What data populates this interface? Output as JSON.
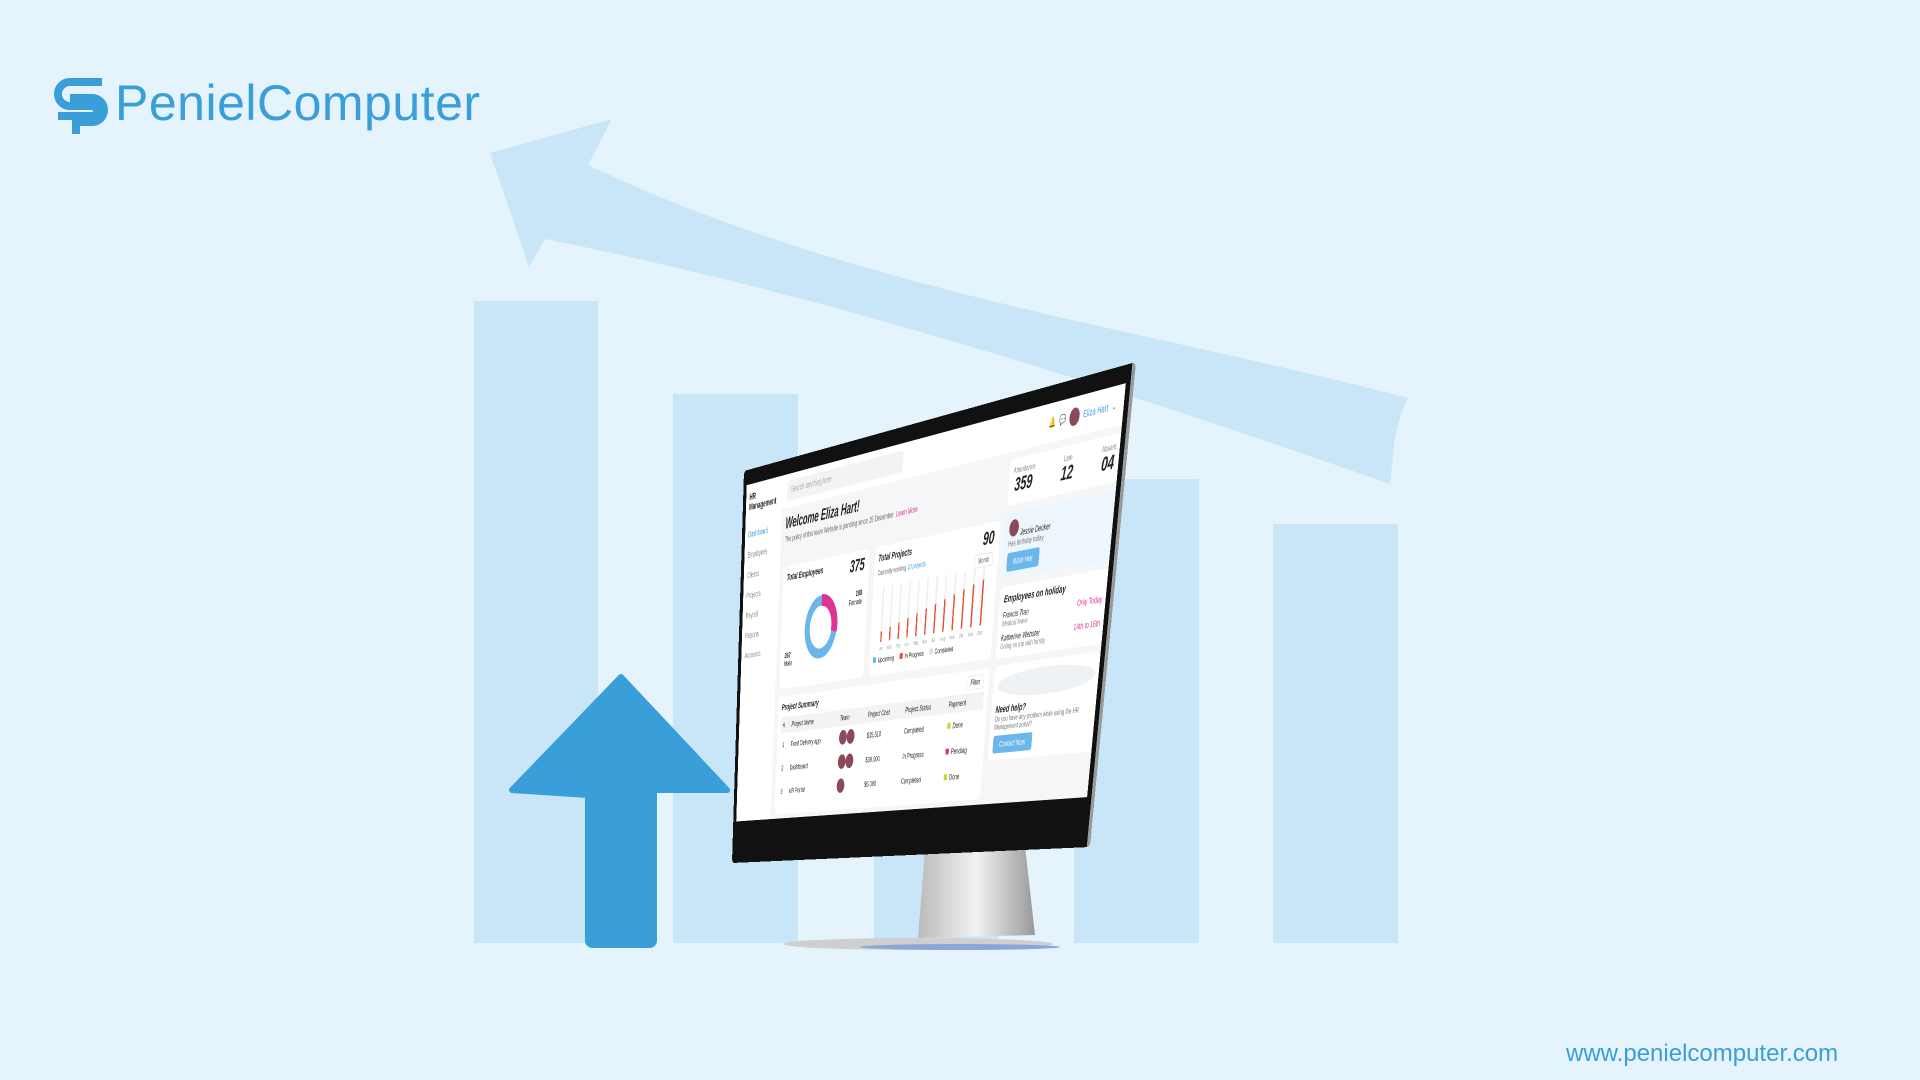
{
  "brand": {
    "name": "PenielComputer",
    "url": "www.penielcomputer.com",
    "color": "#3a9fd8",
    "logo_icon": "sp-monogram-icon"
  },
  "decor": {
    "background_bars_color": "#c9e6f8",
    "up_arrow_color": "#3a9fd8"
  },
  "dashboard": {
    "app_name": "HR Management",
    "search_placeholder": "Search anything here",
    "user_name": "Eliza Hart",
    "nav": [
      "Dashboard",
      "Employees",
      "Clients",
      "Projects",
      "Payroll",
      "Reports",
      "Accounts"
    ],
    "welcome": "Welcome Eliza Hart!",
    "welcome_sub": "The policy of this team Website is pending since 15 December.",
    "learn_more": "Learn More",
    "total_employees": {
      "title": "Total Employees",
      "value": "375",
      "female": "108",
      "female_label": "Female",
      "male": "267",
      "male_label": "Male"
    },
    "total_projects": {
      "title": "Total Projects",
      "value": "90",
      "subtitle": "Currently working",
      "subtitle_link": "10 projects",
      "filter": "Month",
      "legend": [
        "Upcoming",
        "In Progress",
        "Completed"
      ],
      "months": [
        "Jan",
        "Feb",
        "Mar",
        "Apr",
        "May",
        "Jun",
        "Jul",
        "Aug",
        "Sep",
        "Oct",
        "Nov",
        "Dec"
      ]
    },
    "stats": [
      {
        "label": "Attendance",
        "value": "359"
      },
      {
        "label": "Late",
        "value": "12"
      },
      {
        "label": "Absent",
        "value": "04"
      }
    ],
    "birthday": {
      "name": "Jessie Decker",
      "text": "Has birthday today",
      "button": "Wish Her"
    },
    "holiday": {
      "title": "Employees on holiday",
      "items": [
        {
          "name": "Francis Tran",
          "role": "Medical leave",
          "date": "Only Today"
        },
        {
          "name": "Katherine Webster",
          "role": "Going on trip with family",
          "date": "14th to 16th"
        }
      ]
    },
    "project_summary": {
      "title": "Project Summary",
      "filter": "Filter",
      "columns": [
        "#",
        "Project Name",
        "Team",
        "Project Cost",
        "Project Status",
        "Payment"
      ],
      "rows": [
        [
          "1",
          "Food Delivery app",
          "",
          "$15,510",
          "Completed",
          "Done"
        ],
        [
          "2",
          "Dashboard",
          "",
          "$30,000",
          "In Progress",
          "Pending"
        ],
        [
          "3",
          "HR Portal",
          "",
          "$5,000",
          "Completed",
          "Done"
        ]
      ]
    },
    "help": {
      "title": "Need help?",
      "text": "Do you have any problem while using the HR Management portal?",
      "button": "Contact Now"
    }
  }
}
